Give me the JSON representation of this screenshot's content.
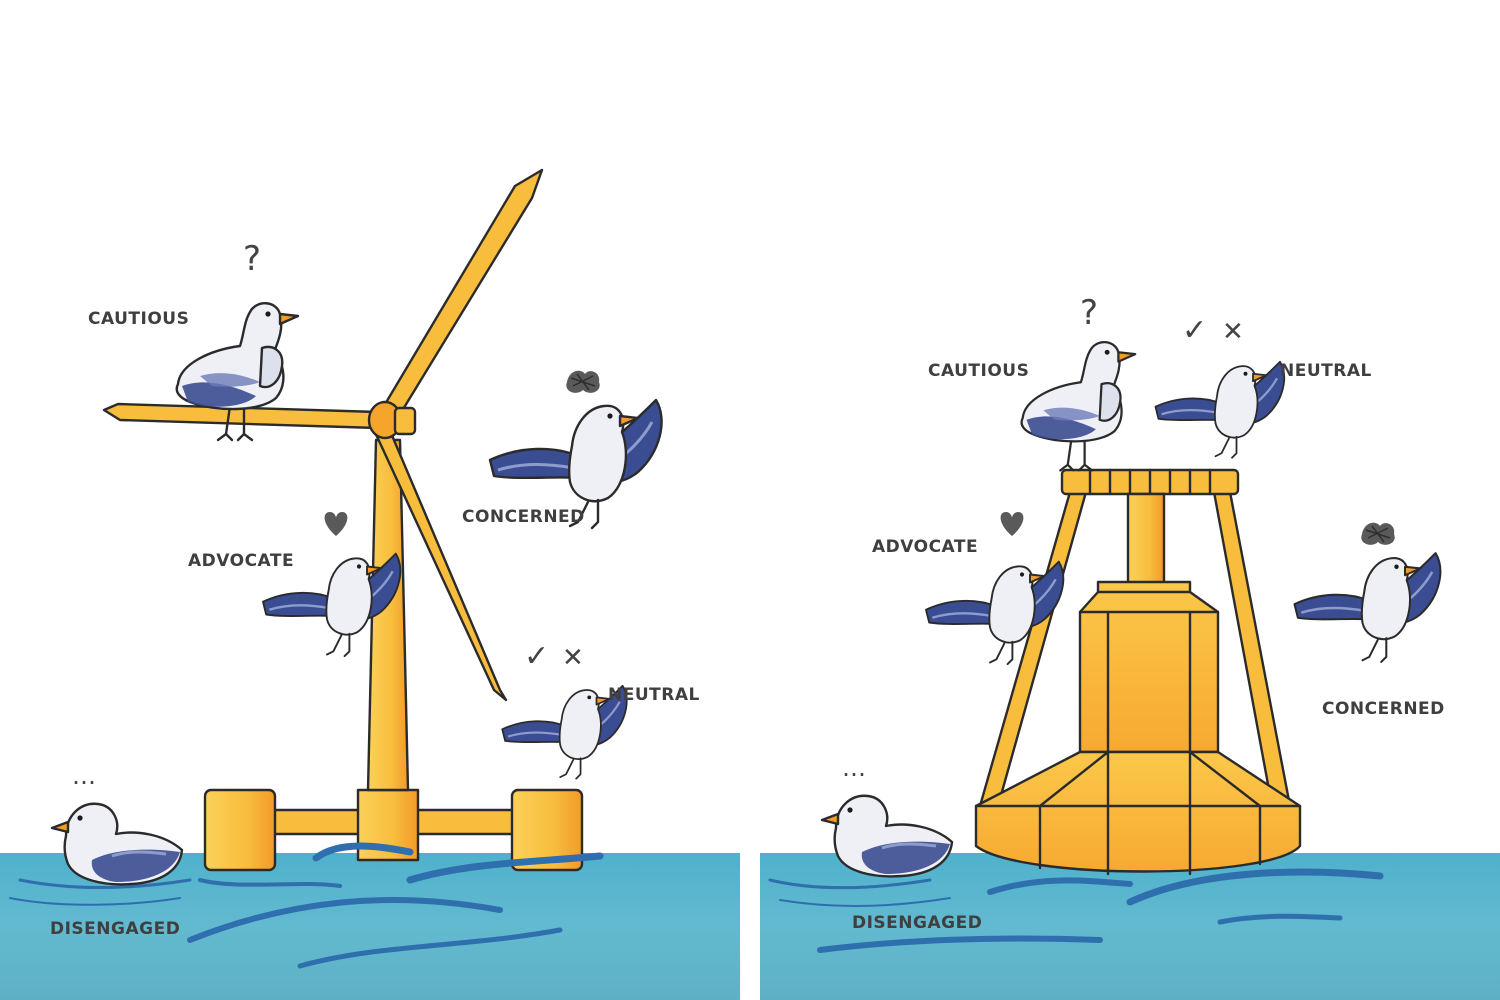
{
  "panels": [
    {
      "id": "wind-turbine",
      "labels": {
        "cautious": "CAUTIOUS",
        "concerned": "CONCERNED",
        "advocate": "ADVOCATE",
        "neutral": "NEUTRAL",
        "disengaged": "DISENGAGED"
      }
    },
    {
      "id": "buoy",
      "labels": {
        "cautious": "CAUTIOUS",
        "neutral": "NEUTRAL",
        "advocate": "ADVOCATE",
        "concerned": "CONCERNED",
        "disengaged": "DISENGAGED"
      }
    }
  ],
  "symbols": {
    "question": "?",
    "check": "✓",
    "cross": "✕",
    "ellipsis": "…"
  },
  "colors": {
    "structure_yellow": "#f8bd3c",
    "structure_shade": "#f39a2a",
    "sea": "#5bb3cc",
    "sea_wave": "#2f6fae",
    "gull_wing": "#3b4d92",
    "gull_beak": "#f49b2b",
    "ink": "#2b2b2b"
  }
}
